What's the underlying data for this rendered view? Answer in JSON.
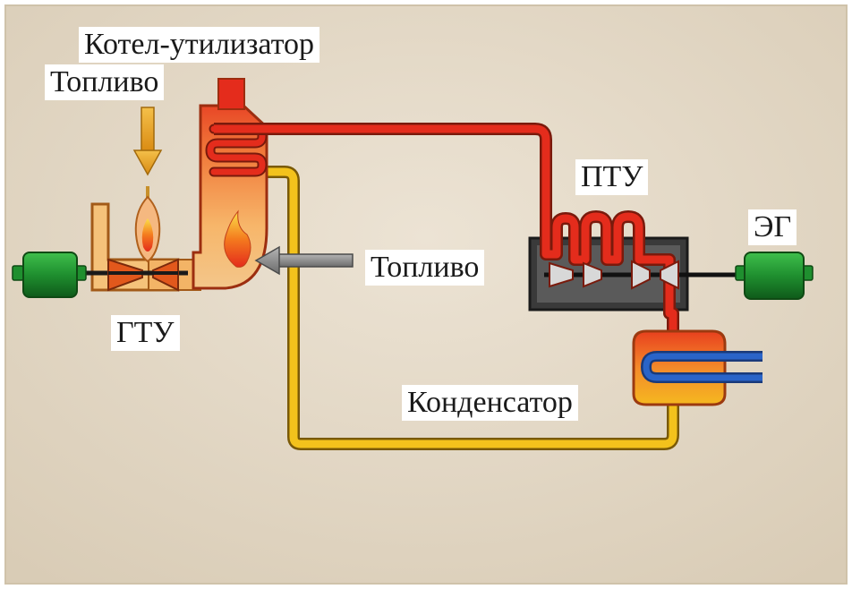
{
  "labels": {
    "boiler": "Котел-утилизатор",
    "fuel_top": "Топливо",
    "fuel_side": "Топливо",
    "gtu": "ГТУ",
    "ptu": "ПТУ",
    "eg": "ЭГ",
    "condenser": "Конденсатор"
  },
  "colors": {
    "background": "#e6dccb",
    "hot_steam": "#e42c1c",
    "feed_water": "#f3c21c",
    "generator": "#1f8f2f",
    "fuel_arrow_top": "#e8a21e",
    "fuel_arrow_side": "#8a8a8a",
    "cooling_water": "#2a64c8"
  }
}
